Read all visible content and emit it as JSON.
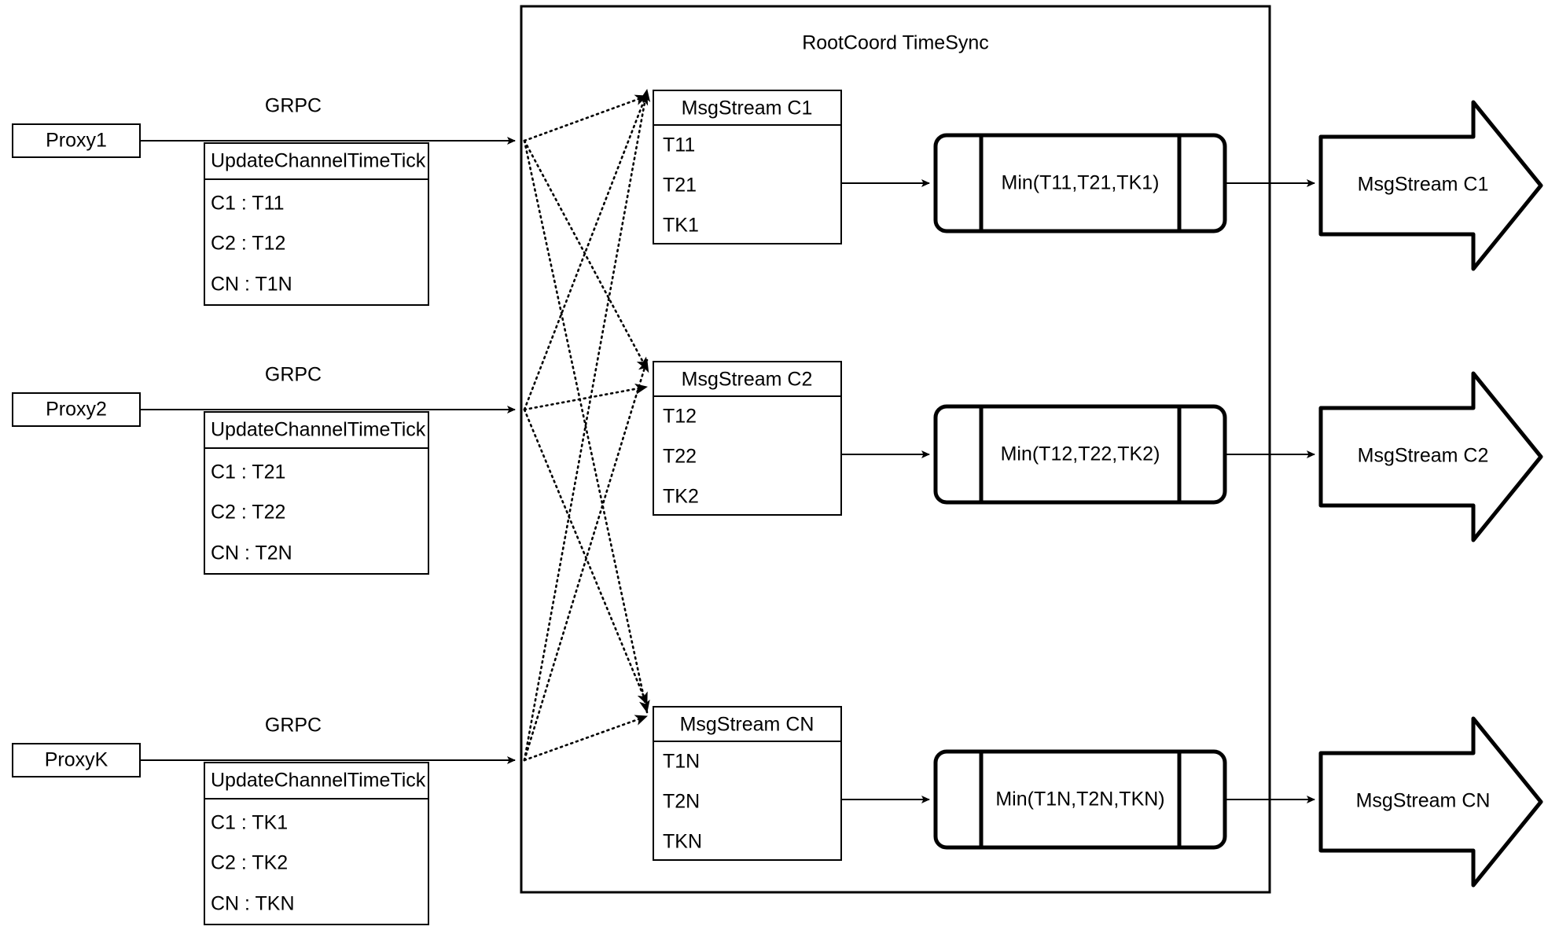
{
  "diagram": {
    "title": "RootCoord TimeSync",
    "container_label": "RootCoord TimeSync",
    "colors": {
      "stroke": "#000000",
      "fill": "#ffffff",
      "background": "#ffffff"
    },
    "rows": [
      {
        "proxy": "Proxy1",
        "link_label": "GRPC",
        "request": {
          "header": "UpdateChannelTimeTick",
          "entries": [
            "C1 :  T11",
            "C2 :  T12",
            "CN : T1N"
          ]
        },
        "msgstream": {
          "header": "MsgStream C1",
          "entries": [
            "T11",
            "T21",
            "TK1"
          ]
        },
        "min": "Min(T11,T21,TK1)",
        "output": "MsgStream C1"
      },
      {
        "proxy": "Proxy2",
        "link_label": "GRPC",
        "request": {
          "header": "UpdateChannelTimeTick",
          "entries": [
            "C1 :  T21",
            "C2 :  T22",
            "CN : T2N"
          ]
        },
        "msgstream": {
          "header": "MsgStream C2",
          "entries": [
            "T12",
            "T22",
            "TK2"
          ]
        },
        "min": "Min(T12,T22,TK2)",
        "output": "MsgStream C2"
      },
      {
        "proxy": "ProxyK",
        "link_label": "GRPC",
        "request": {
          "header": "UpdateChannelTimeTick",
          "entries": [
            "C1 :  TK1",
            "C2 :  TK2",
            "CN : TKN"
          ]
        },
        "msgstream": {
          "header": "MsgStream CN",
          "entries": [
            "T1N",
            "T2N",
            "TKN"
          ]
        },
        "min": "Min(T1N,T2N,TKN)",
        "output": "MsgStream CN"
      }
    ]
  }
}
